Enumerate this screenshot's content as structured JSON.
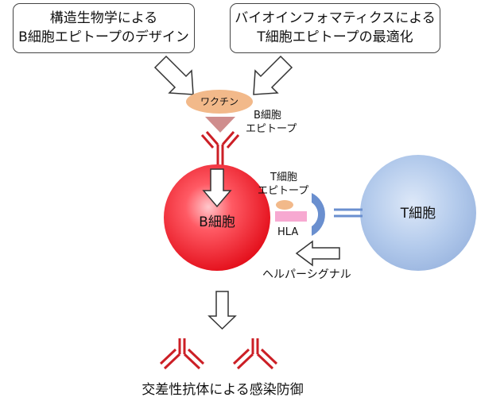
{
  "boxes": {
    "left": {
      "line1": "構造生物学による",
      "line2": "B細胞エピトープのデザイン"
    },
    "right": {
      "line1": "バイオインフォマティクスによる",
      "line2": "T細胞エピトープの最適化"
    }
  },
  "labels": {
    "vaccine": "ワクチン",
    "b_epitope_line1": "B細胞",
    "b_epitope_line2": "エピトープ",
    "t_epitope_line1": "T細胞",
    "t_epitope_line2": "エピトープ",
    "b_cell": "B細胞",
    "t_cell": "T細胞",
    "hla": "HLA",
    "helper_signal": "ヘルパーシグナル",
    "outcome": "交差性抗体による感染防御"
  },
  "colors": {
    "antibody": "#cc1f26",
    "vaccine": "#f2b98a",
    "epitope_triangle": "#cf8d8d",
    "b_cell_core": "#ff5a64",
    "t_cell_core": "#b4cbec",
    "hla": "#f7a9d1",
    "receptor": "#6a8fcf"
  }
}
